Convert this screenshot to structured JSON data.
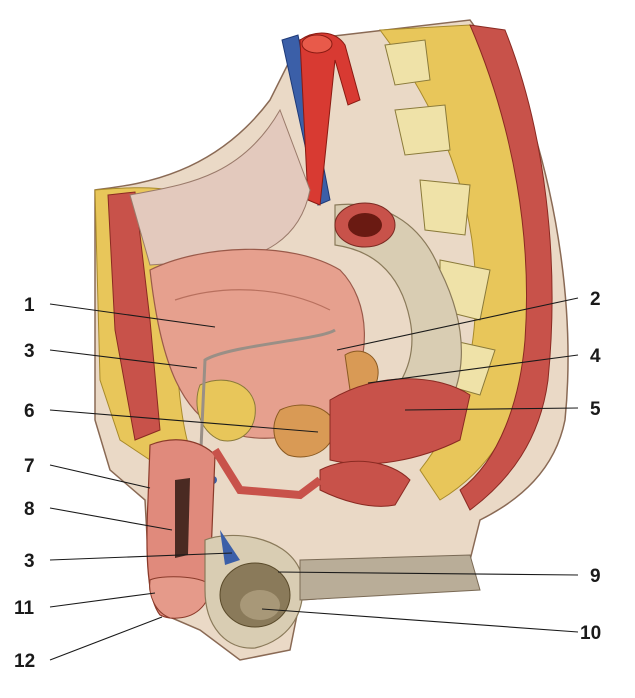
{
  "figure": {
    "description_visible": "",
    "labels_left": [
      "1",
      "3",
      "6",
      "7",
      "8",
      "3",
      "11",
      "12"
    ],
    "labels_right": [
      "2",
      "4",
      "5",
      "9",
      "10"
    ]
  },
  "colors": {
    "muscle": "#c8524a",
    "muscle_light": "#e08a7c",
    "fat": "#e8c65a",
    "bone": "#efe2a8",
    "vein": "#3b5fa8",
    "artery": "#d83a32",
    "skin": "#d9cdb3",
    "bladder": "#e6a08e",
    "prostate": "#d99a55",
    "line": "#1a1a1a"
  }
}
